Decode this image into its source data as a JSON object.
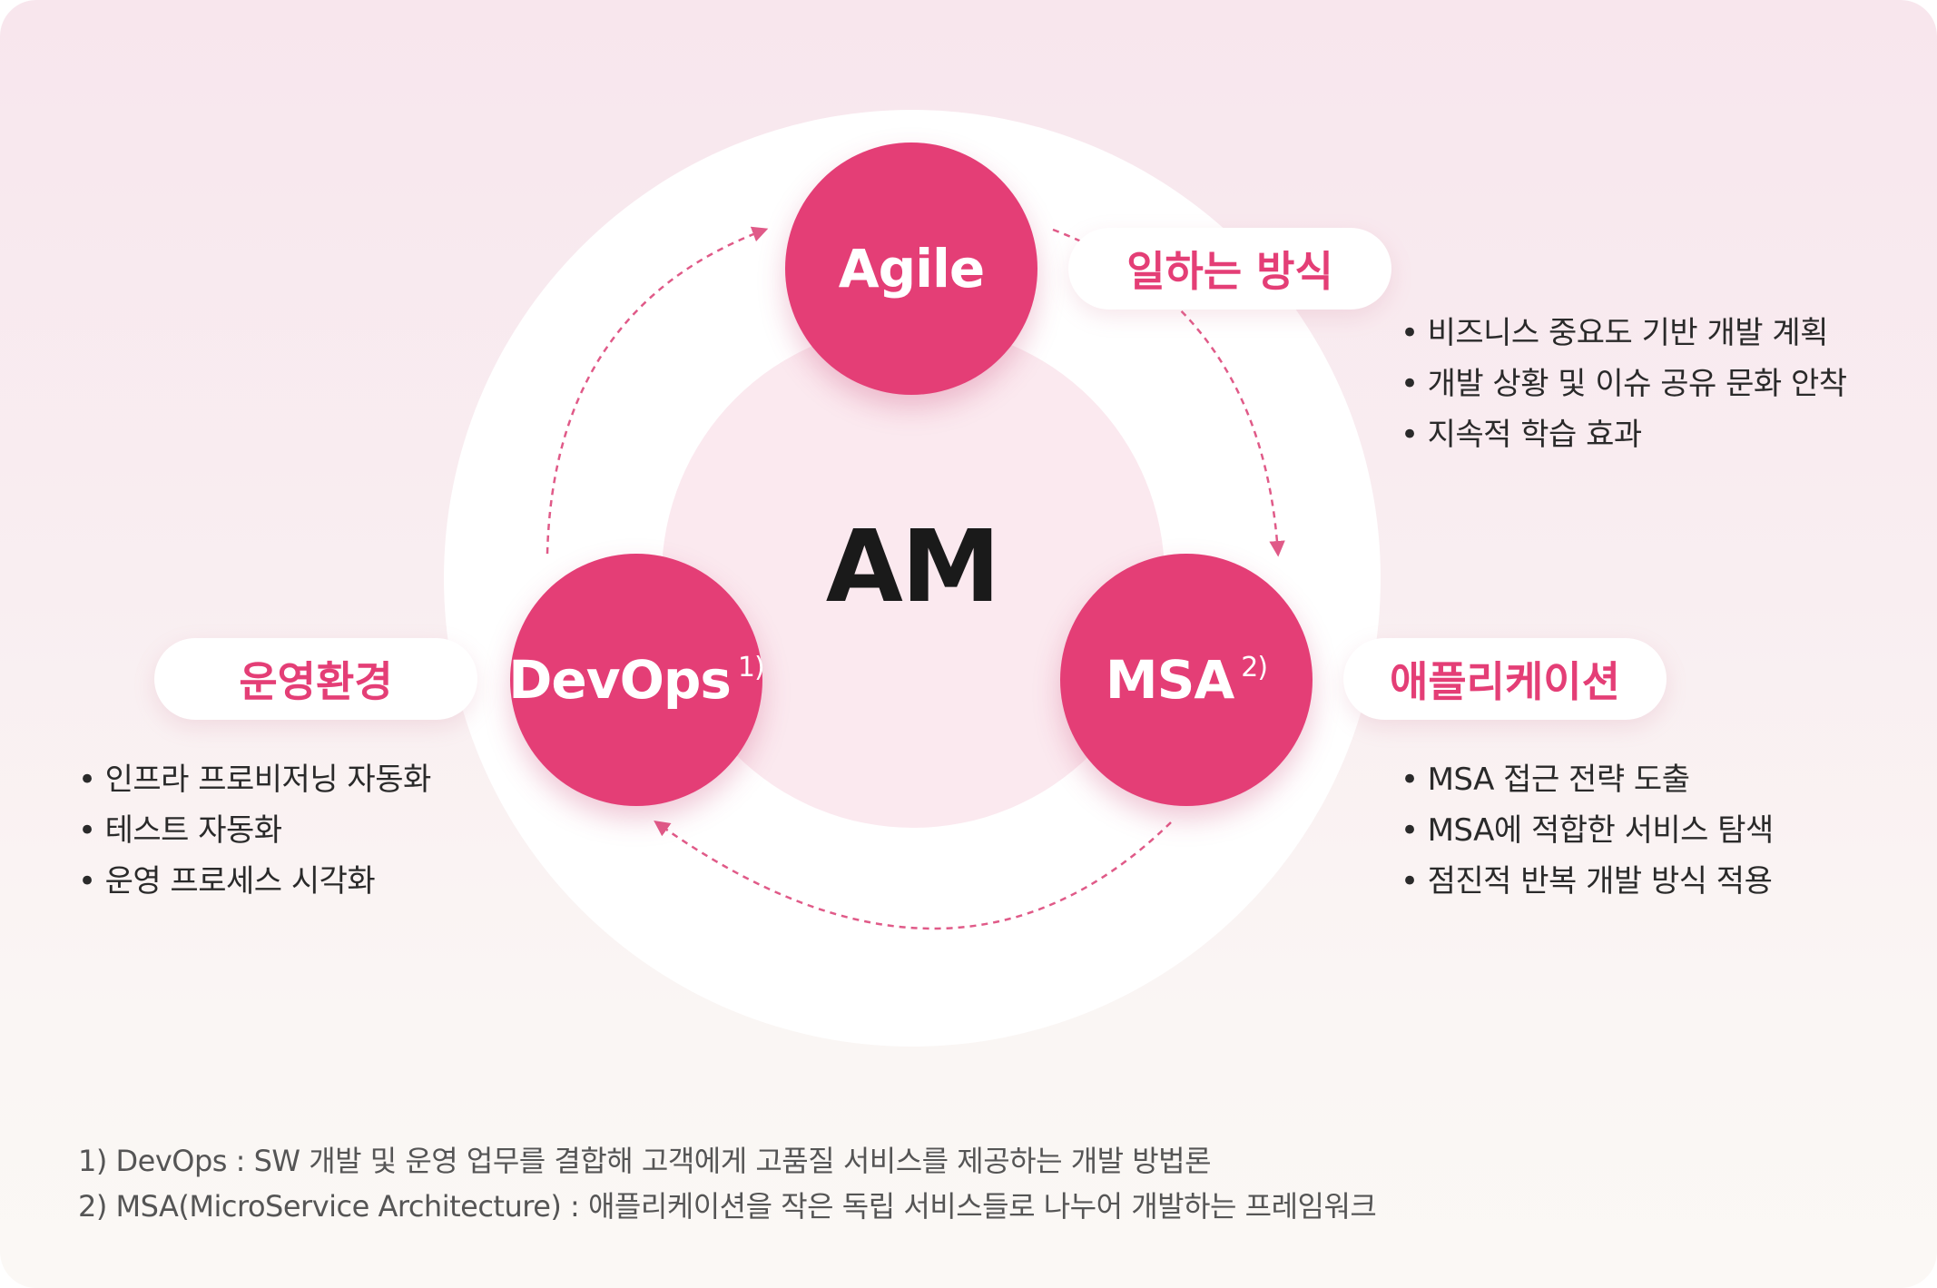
{
  "center": {
    "label": "AM"
  },
  "nodes": {
    "agile": {
      "label": "Agile",
      "sup": ""
    },
    "msa": {
      "label": "MSA",
      "sup": "2)"
    },
    "devops": {
      "label": "DevOps",
      "sup": "1)"
    }
  },
  "categories": {
    "agile": {
      "label": "일하는 방식",
      "bullets": [
        "비즈니스 중요도 기반 개발 계획",
        "개발 상황 및 이슈 공유 문화 안착",
        "지속적 학습 효과"
      ]
    },
    "msa": {
      "label": "애플리케이션",
      "bullets": [
        "MSA 접근 전략 도출",
        "MSA에 적합한 서비스 탐색",
        "점진적 반복 개발 방식 적용"
      ]
    },
    "devops": {
      "label": "운영환경",
      "bullets": [
        "인프라 프로비저닝 자동화",
        "테스트 자동화",
        "운영 프로세스 시각화"
      ]
    }
  },
  "bullet_glyph": "•",
  "footnotes": [
    "1) DevOps : SW 개발 및 운영 업무를 결합해 고객에게 고품질 서비스를 제공하는 개발 방법론",
    "2) MSA(MicroService Architecture) : 애플리케이션을 작은 독립 서비스들로 나누어 개발하는 프레임워크"
  ],
  "colors": {
    "accent": "#e43e76",
    "node_fill": "#e43e76",
    "background_top": "#f8e6ed",
    "background_bottom": "#fbf8f5",
    "ring": "#ffffff",
    "inner_disc": "#fbe9ef",
    "arrow": "#e05a88",
    "text_dark": "#1a1a1a"
  }
}
